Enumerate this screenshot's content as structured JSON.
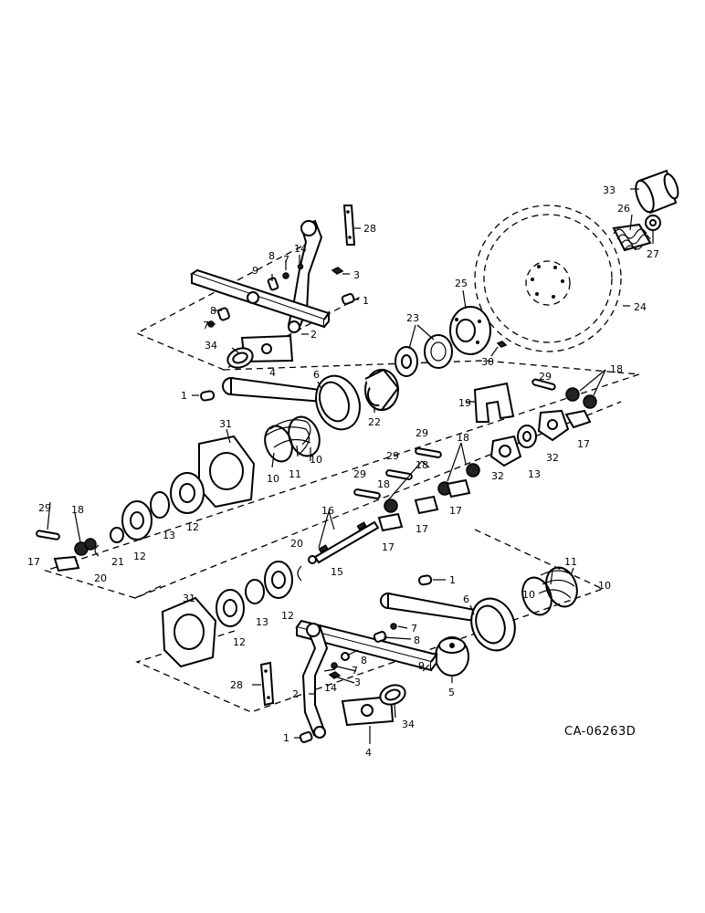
{
  "drawing_number": "CA-06263D",
  "callouts": {
    "c1a": "1",
    "c1b": "1",
    "c1c": "1",
    "c1d": "1",
    "c2a": "2",
    "c2b": "2",
    "c3a": "3",
    "c3b": "3",
    "c4a": "4",
    "c4b": "4",
    "c5": "5",
    "c6a": "6",
    "c6b": "6",
    "c7a": "7",
    "c7b": "7",
    "c7c": "7",
    "c7d": "7",
    "c8a": "8",
    "c8b": "8",
    "c8c": "8",
    "c8d": "8",
    "c9a": "9",
    "c9b": "9",
    "c10a": "10",
    "c10b": "10",
    "c10c": "10",
    "c10d": "10",
    "c11a": "11",
    "c11b": "11",
    "c12a": "12",
    "c12b": "12",
    "c12c": "12",
    "c12d": "12",
    "c13a": "13",
    "c13b": "13",
    "c13c": "13",
    "c14a": "14",
    "c14b": "14",
    "c15": "15",
    "c16": "16",
    "c17a": "17",
    "c17b": "17",
    "c17c": "17",
    "c17d": "17",
    "c17e": "17",
    "c18a": "18",
    "c18b": "18",
    "c18c": "18",
    "c18d": "18",
    "c18e": "18",
    "c19": "19",
    "c20a": "20",
    "c20b": "20",
    "c21": "21",
    "c22": "22",
    "c23": "23",
    "c24": "24",
    "c25": "25",
    "c26": "26",
    "c27": "27",
    "c28a": "28",
    "c28b": "28",
    "c29a": "29",
    "c29b": "29",
    "c29c": "29",
    "c29d": "29",
    "c29e": "29",
    "c30": "30",
    "c31a": "31",
    "c31b": "31",
    "c32a": "32",
    "c32b": "32",
    "c33": "33",
    "c34a": "34",
    "c34b": "34"
  }
}
